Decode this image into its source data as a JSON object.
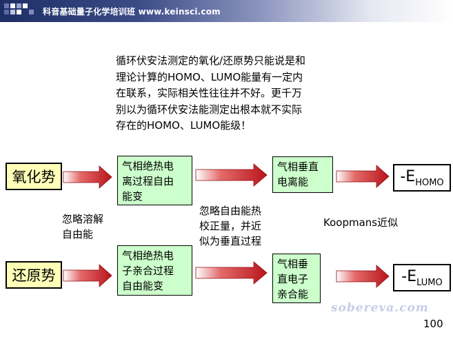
{
  "header": {
    "title": "科音基础量子化学培训班 www.keinsci.com",
    "squares": [
      "#6d7ab2",
      "#ffffff",
      "#9aa3cc",
      "#ffffff",
      "#5a6aa8",
      "#c0c6e0",
      "#ffffff",
      "#7f8bbd"
    ]
  },
  "paragraph": "循环伏安法测定的氧化/还原势只能说是和\n理论计算的HOMO、LUMO能量有一定内\n在联系，实际相关性往往并不好。更千万\n别以为循环伏安法能测定出根本就不实际\n存在的HOMO、LUMO能级！",
  "row1": {
    "label": "氧化势",
    "step1": "气相绝热电\n离过程自由\n能变",
    "step2": "气相垂直\n电离能",
    "result_prefix": "-E",
    "result_sub": "HOMO"
  },
  "row2": {
    "label": "还原势",
    "step1": "气相绝热电\n子亲合过程\n自由能变",
    "step2": "气相垂\n直电子\n亲合能",
    "result_prefix": "-E",
    "result_sub": "LUMO"
  },
  "notes": {
    "solvation": "忽略溶解\n自由能",
    "thermal": "忽略自由能热\n校正量，并近\n似为垂直过程",
    "koopmans": "Koopmans近似"
  },
  "watermark": "sobereva.com",
  "page_number": "100",
  "colors": {
    "arrow_fill": "#c0181a",
    "label_box": "#ffffb8",
    "step_box": "#ccffcc"
  }
}
